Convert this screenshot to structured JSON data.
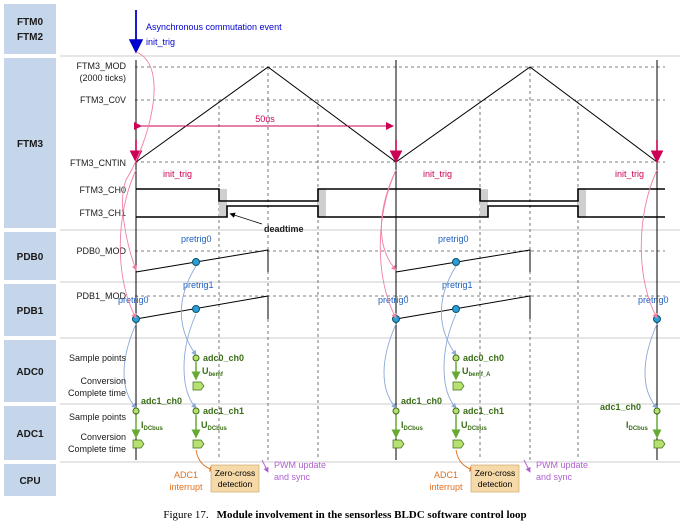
{
  "modules": {
    "ftm02": [
      "FTM0",
      "FTM2"
    ],
    "ftm3": "FTM3",
    "pdb0": "PDB0",
    "pdb1": "PDB1",
    "adc0": "ADC0",
    "adc1": "ADC1",
    "cpu": "CPU"
  },
  "top": {
    "event": "Asynchronous commutation event",
    "init_trig": "init_trig"
  },
  "ftm3": {
    "mod": "FTM3_MOD",
    "ticks": "(2000 ticks)",
    "c0v": "FTM3_C0V",
    "period": "50us",
    "cntin": "FTM3_CNTIN",
    "init_trig": "init_trig",
    "ch0": "FTM3_CH0",
    "ch1": "FTM3_CH1",
    "deadtime": "deadtime"
  },
  "pdb0": {
    "mod": "PDB0_MOD",
    "pretrig0": "pretrig0"
  },
  "pdb1": {
    "mod": "PDB1_MOD",
    "pretrig0": "pretrig0",
    "pretrig1": "pretrig1"
  },
  "adc0": {
    "sample": "Sample points",
    "conv1": "Conversion",
    "conv2": "Complete time",
    "ch": "adc0_ch0",
    "u": "U",
    "bemf": "bemf",
    "bemf_a": "bemf_A"
  },
  "adc1": {
    "sample": "Sample points",
    "conv1": "Conversion",
    "conv2": "Complete time",
    "ch0": "adc1_ch0",
    "ch1": "adc1_ch1",
    "i": "I",
    "u": "U",
    "dcbus": "DCbus"
  },
  "cpu": {
    "adc1_1": "ADC1",
    "adc1_2": "interrupt",
    "zero1": "Zero-cross",
    "zero2": "detection",
    "pwm1": "PWM update",
    "pwm2": "and sync"
  },
  "caption": {
    "num": "Figure 17.",
    "title": "Module involvement in the sensorless BLDC software control loop"
  },
  "colors": {
    "module_bg": "#c5d5ea",
    "blue": "#0000cc",
    "pink": "#cc0055",
    "green": "#66aa33",
    "orange": "#e07020",
    "violet": "#b060d0",
    "detect_box": "#f5d9a8"
  }
}
